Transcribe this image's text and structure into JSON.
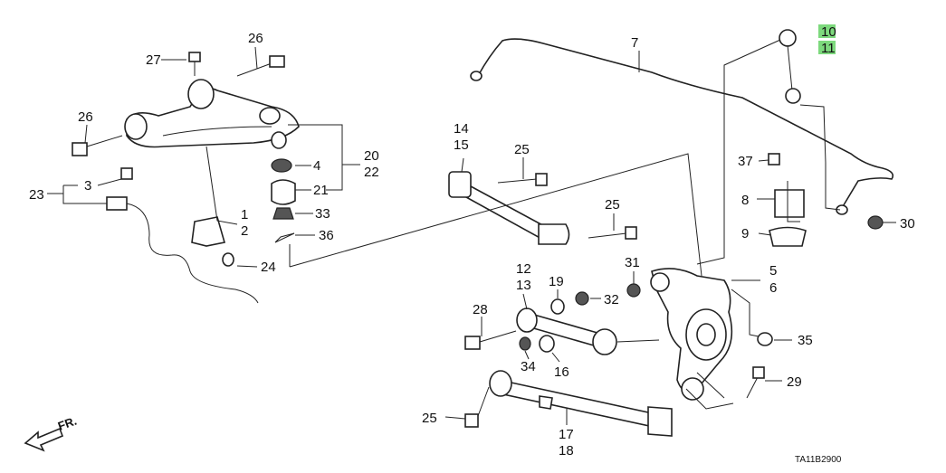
{
  "diagram_code": "TA11B2900",
  "direction_label": "FR.",
  "highlight_color": "#7dd97d",
  "highlighted_parts": [
    "10",
    "11"
  ],
  "callouts": [
    "1",
    "2",
    "3",
    "4",
    "5",
    "6",
    "7",
    "8",
    "9",
    "10",
    "11",
    "12",
    "13",
    "14",
    "15",
    "16",
    "17",
    "18",
    "19",
    "20",
    "21",
    "22",
    "23",
    "24",
    "25",
    "26",
    "27",
    "28",
    "29",
    "30",
    "31",
    "32",
    "33",
    "34",
    "35",
    "36",
    "37"
  ],
  "repeated_callouts": {
    "25a": "25",
    "25b": "25",
    "25c": "25",
    "26b": "26"
  }
}
